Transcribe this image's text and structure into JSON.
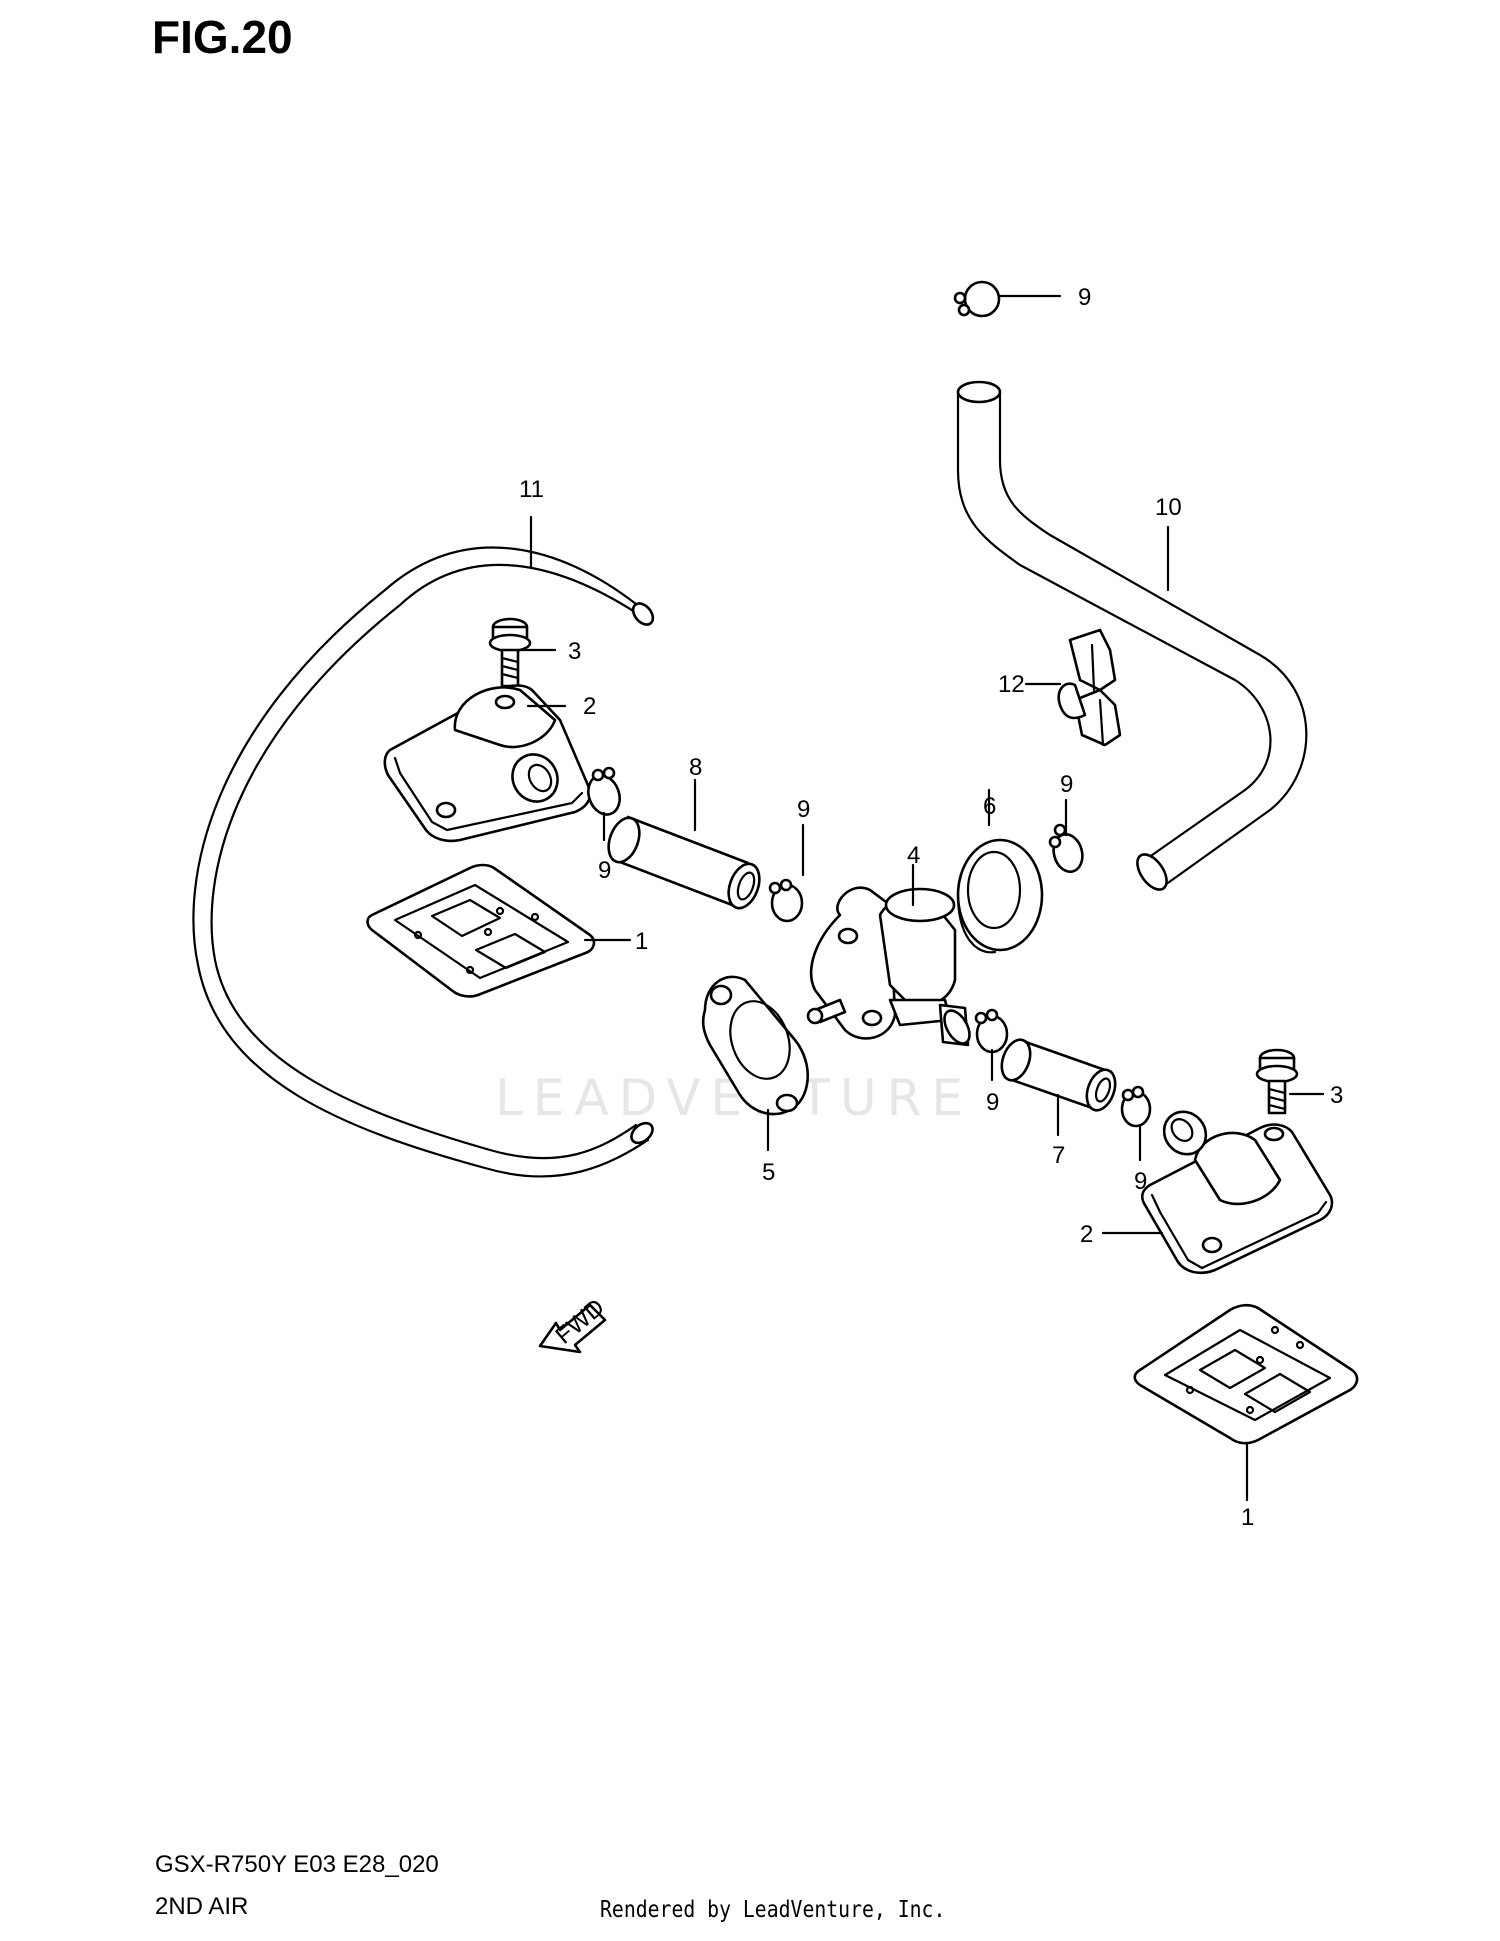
{
  "figure": {
    "title": "FIG.20",
    "model_code": "GSX-R750Y E03 E28_020",
    "section_name": "2ND AIR",
    "rendered_by": "Rendered by LeadVenture, Inc.",
    "watermark": "LEADVENTURE",
    "fwd_label": "FWD"
  },
  "callouts": {
    "c9_top": "9",
    "c11": "11",
    "c10": "10",
    "c3_left": "3",
    "c2_left": "2",
    "c12": "12",
    "c8": "8",
    "c9_a": "9",
    "c9_b": "9",
    "c9_c": "9",
    "c6": "6",
    "c4": "4",
    "c1_left": "1",
    "c9_d": "9",
    "c5": "5",
    "c7": "7",
    "c9_e": "9",
    "c3_right": "3",
    "c2_right": "2",
    "c1_right": "1"
  }
}
